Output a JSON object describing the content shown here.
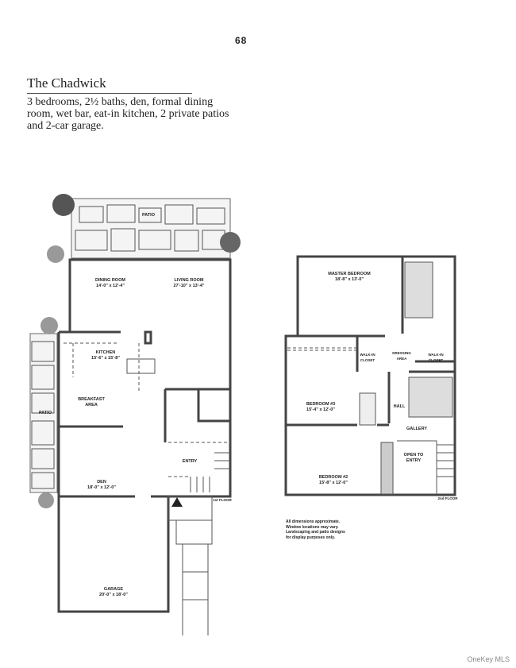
{
  "page_number": "68",
  "model": {
    "title": "The Chadwick",
    "description": "3 bedrooms, 2½ baths, den, formal dining room, wet bar, eat-in kitchen, 2 private patios and 2-car garage."
  },
  "first_floor": {
    "patio_top": "PATIO",
    "patio_side": "PATIO",
    "dining_room": {
      "name": "DINING ROOM",
      "size": "14'-0\" x 12'-4\""
    },
    "living_room": {
      "name": "LIVING ROOM",
      "size": "27'-10\" x 13'-4\""
    },
    "kitchen": {
      "name": "KITCHEN",
      "size": "15'-6\" x 15'-8\""
    },
    "breakfast": {
      "name": "BREAKFAST AREA"
    },
    "den": {
      "name": "DEN",
      "size": "18'-0\" x 12'-0\""
    },
    "entry": {
      "name": "ENTRY"
    },
    "garage": {
      "name": "GARAGE",
      "size": "20'-0\" x 18'-0\""
    },
    "floor_label": "1st FLOOR"
  },
  "second_floor": {
    "master": {
      "name": "MASTER BEDROOM",
      "size": "18'-8\" x 13'-0\""
    },
    "walkin1": "WALK-IN CLOSET",
    "dressing": "DRESSING AREA",
    "walkin2": "WALK-IN CLOSET",
    "bedroom3": {
      "name": "BEDROOM #3",
      "size": "15'-4\" x 12'-0\""
    },
    "hall": "HALL",
    "gallery": "GALLERY",
    "open_to_entry": "OPEN TO ENTRY",
    "bedroom2": {
      "name": "BEDROOM #2",
      "size": "15'-8\" x 12'-0\""
    },
    "floor_label": "2nd FLOOR"
  },
  "disclaimer": [
    "All dimensions approximate.",
    "Window locations may vary.",
    "Landscaping and patio designs",
    "for display purposes only."
  ],
  "watermark": "OneKey MLS"
}
